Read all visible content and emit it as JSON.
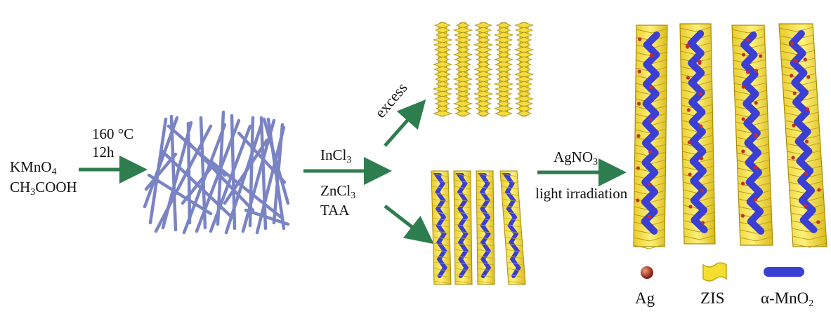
{
  "reactants": {
    "line1": {
      "text": "KMnO",
      "sub": "4"
    },
    "line2": {
      "pre": "CH",
      "sub": "3",
      "post": "COOH"
    }
  },
  "step1": {
    "temperature": "160 °C",
    "time": "12h"
  },
  "step2": {
    "reagent1": {
      "text": "InCl",
      "sub": "3"
    },
    "reagent2": {
      "text": "ZnCl",
      "sub": "3"
    },
    "reagent3": "TAA",
    "excess_label": "excess"
  },
  "step3": {
    "reagent": {
      "text": "AgNO",
      "sub": "3"
    },
    "condition": "light irradiation"
  },
  "legend": {
    "ag": "Ag",
    "zis": "ZIS",
    "mno2": {
      "text": "α-MnO",
      "sub": "2"
    }
  },
  "colors": {
    "arrow": "#2e7d4f",
    "nanowire": "#7a84c4",
    "zis_yellow": "#f2dd3e",
    "zis_edge": "#b79a10",
    "core_blue": "#3a3fd0",
    "ag_red": "#b0302a"
  }
}
